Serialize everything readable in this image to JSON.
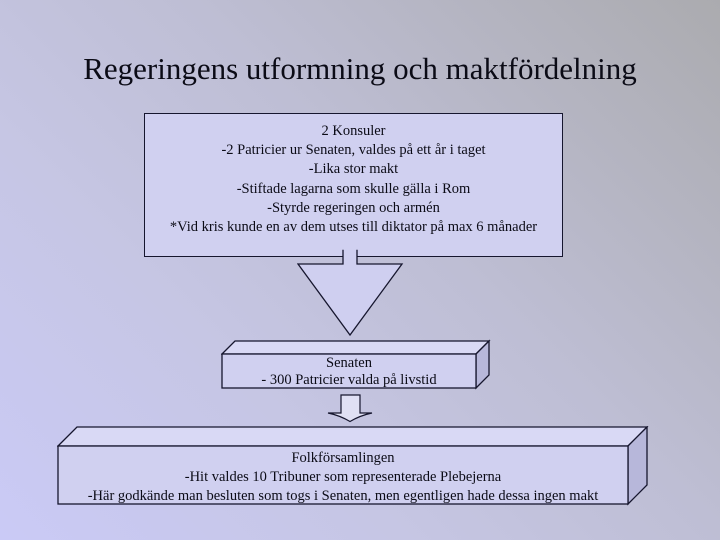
{
  "slide": {
    "title": "Regeringens utformning och maktfördelning"
  },
  "boxes": {
    "konsuler": {
      "lines": [
        "2 Konsuler",
        "-2 Patricier ur Senaten, valdes på ett år i taget",
        "-Lika stor makt",
        "-Stiftade lagarna som skulle gälla i Rom",
        "-Styrde regeringen och armén",
        "*Vid kris kunde en av dem utses till diktator på max 6 månader"
      ]
    },
    "senaten": {
      "lines": [
        "Senaten",
        "- 300 Patricier valda på livstid"
      ]
    },
    "folkforsamlingen": {
      "lines": [
        "Folkförsamlingen",
        "-Hit valdes 10 Tribuner som representerade Plebejerna",
        "-Här godkände man besluten som togs i Senaten, men egentligen hade dessa ingen makt"
      ]
    }
  },
  "icons": {
    "big_down_arrow": "block-down-arrow",
    "small_down_arrow": "curved-down-arrow"
  },
  "colors": {
    "background_top_right": "#ababaf",
    "background_bottom_left": "#cacaf6",
    "box_fill": "#d0d0f0",
    "box_border": "#16162e",
    "arrow_fill": "#cfcff0",
    "small_arrow_fill": "#e0e0f4",
    "cube_top_fill": "#d9d9f5",
    "cube_side_fill": "#b7b7da",
    "title_color": "#0b0b16"
  }
}
